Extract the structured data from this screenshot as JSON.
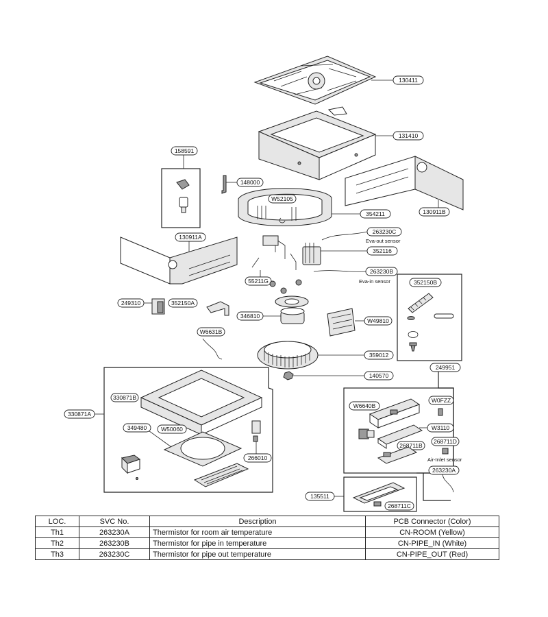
{
  "callouts": {
    "c130411": "130411",
    "c131410": "131410",
    "c158591": "158591",
    "c148000": "148000",
    "c130911B": "130911B",
    "cW52105": "W52105",
    "c354211": "354211",
    "c263230C": "263230C",
    "c130911A": "130911A",
    "c352116": "352116",
    "c263230B": "263230B",
    "c55211G": "55211G",
    "c352150B": "352150B",
    "c249310": "249310",
    "c352150A": "352150A",
    "c346810": "346810",
    "cW49810": "W49810",
    "cW6631B": "W6631B",
    "c359012": "359012",
    "c140570": "140570",
    "c249951": "249951",
    "c330871B": "330871B",
    "c330871A": "330871A",
    "cW0FZZ": "W0FZZ",
    "cW6640B": "W6640B",
    "c349480": "349480",
    "cW50060": "W50060",
    "cW3110": "W3110",
    "c268711D": "268711D",
    "c268711B": "268711B",
    "c266010": "266010",
    "c263230A": "263230A",
    "c135511": "135511",
    "c268711C": "268711C"
  },
  "notes": {
    "eva_out": "Eva-out sensor",
    "eva_in": "Eva-in sensor",
    "air_inlet": "Air-Inlet sensor"
  },
  "table": {
    "headers": [
      "LOC.",
      "SVC No.",
      "Description",
      "PCB Connector (Color)"
    ],
    "rows": [
      [
        "Th1",
        "263230A",
        "Thermistor for room air temperature",
        "CN-ROOM (Yellow)"
      ],
      [
        "Th2",
        "263230B",
        "Thermistor for pipe in temperature",
        "CN-PIPE_IN (White)"
      ],
      [
        "Th3",
        "263230C",
        "Thermistor for pipe out temperature",
        "CN-PIPE_OUT (Red)"
      ]
    ]
  }
}
